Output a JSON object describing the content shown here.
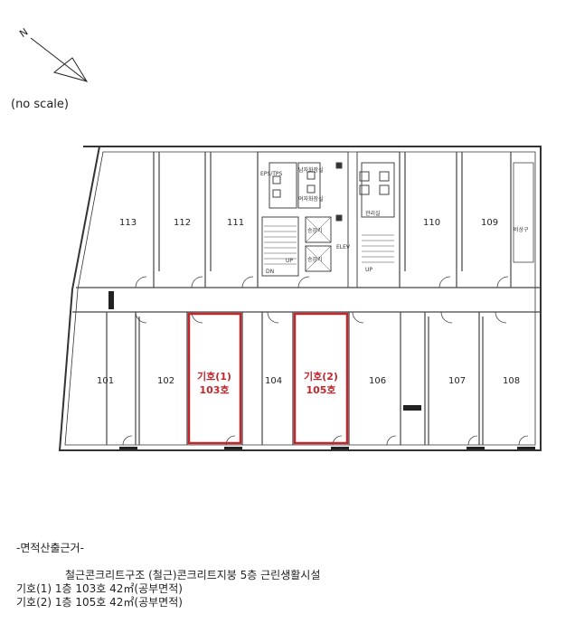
{
  "north_label": "N",
  "scale_note": "(no scale)",
  "rooms": [
    {
      "id": "113",
      "label": "113"
    },
    {
      "id": "112",
      "label": "112"
    },
    {
      "id": "111",
      "label": "111"
    },
    {
      "id": "110",
      "label": "110"
    },
    {
      "id": "109",
      "label": "109"
    },
    {
      "id": "101",
      "label": "101"
    },
    {
      "id": "102",
      "label": "102"
    },
    {
      "id": "104",
      "label": "104"
    },
    {
      "id": "106",
      "label": "106"
    },
    {
      "id": "107",
      "label": "107"
    },
    {
      "id": "108",
      "label": "108"
    }
  ],
  "highlighted_units": [
    {
      "line1": "기호(1)",
      "line2": "103호"
    },
    {
      "line1": "기호(2)",
      "line2": "105호"
    }
  ],
  "core_labels": {
    "eps": "EPS/TPS",
    "wc_male": "남자화장실",
    "wc_female": "여자화장실",
    "ev1": "승강기",
    "ev2": "승강기",
    "elev": "ELEV",
    "dn": "DN",
    "up": "UP",
    "up2": "UP",
    "janitor": "관리실",
    "stair_sign": "비상구"
  },
  "highlight_color": "#c0282d",
  "notes": {
    "title": "-면적산출근거-",
    "structure": "철근콘크리트구조 (철근)콘크리트지붕 5층 근린생활시설",
    "line1": "기호(1)  1층 103호 42㎡(공부면적)",
    "line2": "기호(2)  1층 105호 42㎡(공부면적)"
  }
}
